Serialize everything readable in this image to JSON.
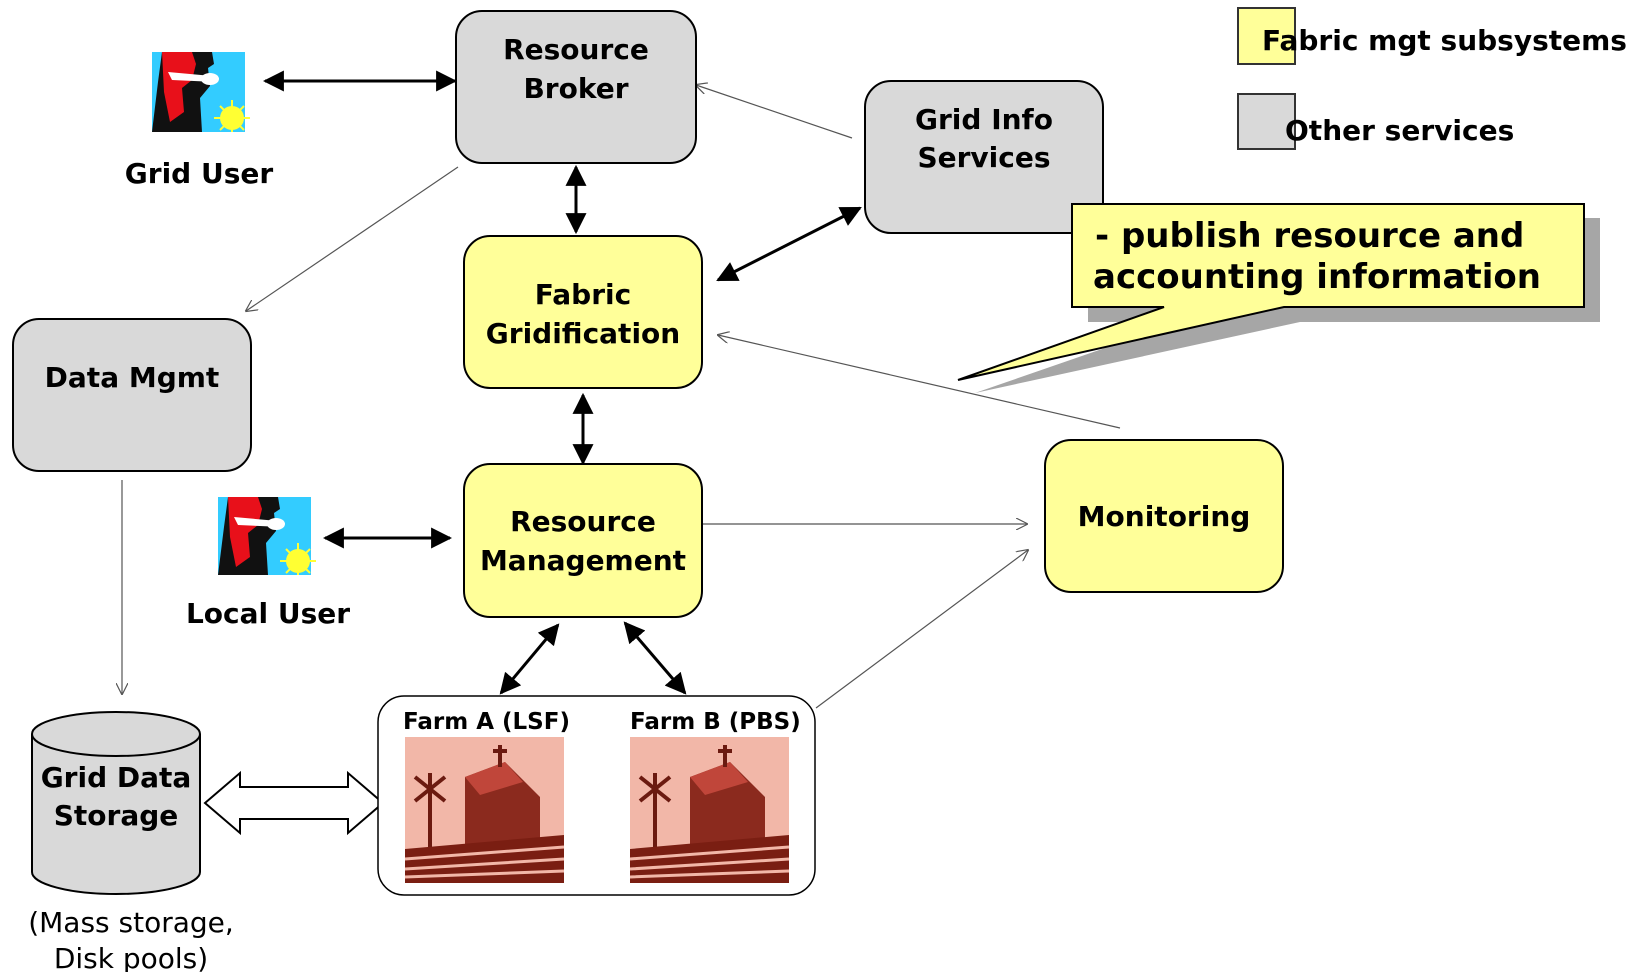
{
  "legend": {
    "fabric": {
      "label": "Fabric mgt subsystems",
      "color": "#FFFF99"
    },
    "other": {
      "label": "Other services",
      "color": "#D9D9D9"
    }
  },
  "boxes": {
    "resource_broker": {
      "lines": [
        "Resource",
        "Broker"
      ],
      "color": "#D9D9D9"
    },
    "grid_info": {
      "lines": [
        "Grid Info",
        "Services"
      ],
      "color": "#D9D9D9"
    },
    "fabric_gridification": {
      "lines": [
        "Fabric",
        "Gridification"
      ],
      "color": "#FFFF99"
    },
    "data_mgmt": {
      "lines": [
        "Data Mgmt"
      ],
      "color": "#D9D9D9"
    },
    "resource_management": {
      "lines": [
        "Resource",
        "Management"
      ],
      "color": "#FFFF99"
    },
    "monitoring": {
      "lines": [
        "Monitoring"
      ],
      "color": "#FFFF99"
    }
  },
  "users": {
    "grid_user": "Grid User",
    "local_user": "Local User"
  },
  "storage": {
    "lines": [
      "Grid Data",
      "Storage"
    ],
    "note": [
      "(Mass storage,",
      "Disk pools)"
    ]
  },
  "farms": {
    "farm_a": "Farm A (LSF)",
    "farm_b": "Farm B (PBS)"
  },
  "callout": {
    "lines": [
      "- publish resource and",
      "accounting information"
    ]
  }
}
